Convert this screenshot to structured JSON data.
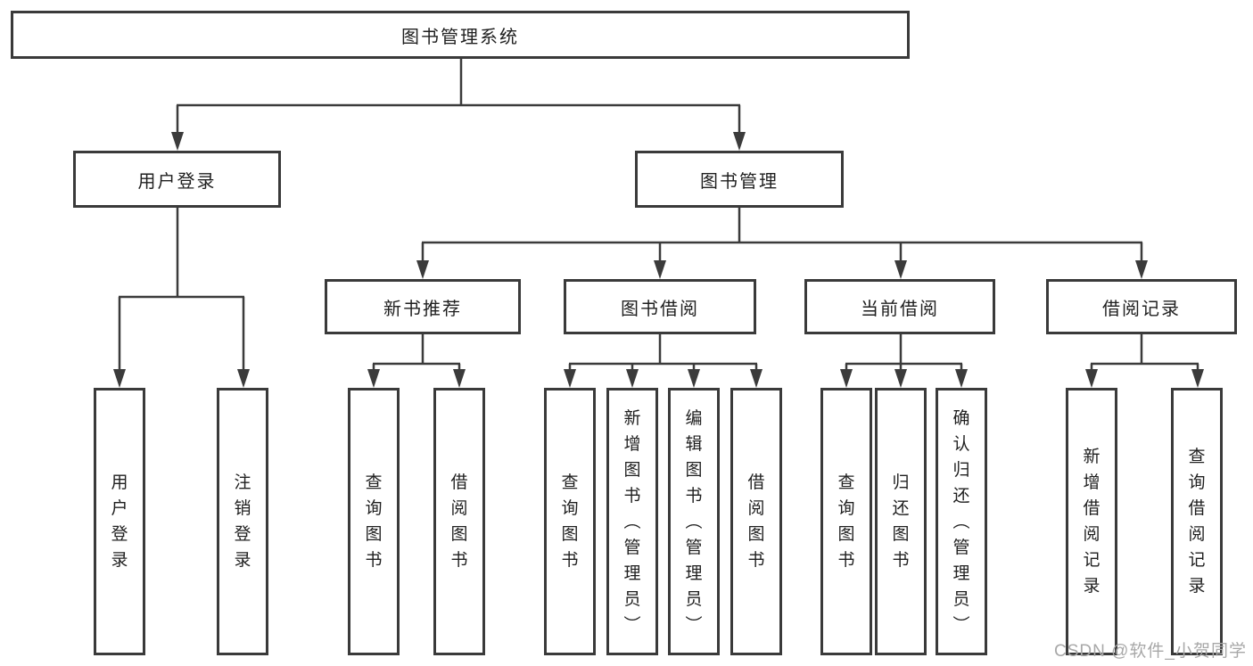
{
  "diagram": {
    "title_node": {
      "label": "图书管理系统"
    },
    "level2": [
      {
        "label": "用户登录"
      },
      {
        "label": "图书管理"
      }
    ],
    "level3": [
      {
        "label": "新书推荐",
        "parent": "图书管理"
      },
      {
        "label": "图书借阅",
        "parent": "图书管理"
      },
      {
        "label": "当前借阅",
        "parent": "图书管理"
      },
      {
        "label": "借阅记录",
        "parent": "图书管理"
      }
    ],
    "leaves": [
      {
        "label": "用户登录",
        "parent": "用户登录"
      },
      {
        "label": "注销登录",
        "parent": "用户登录"
      },
      {
        "label": "查询图书",
        "parent": "新书推荐"
      },
      {
        "label": "借阅图书",
        "parent": "新书推荐"
      },
      {
        "label": "查询图书",
        "parent": "图书借阅"
      },
      {
        "label": "新增图书（管理员）",
        "parent": "图书借阅"
      },
      {
        "label": "编辑图书（管理员）",
        "parent": "图书借阅"
      },
      {
        "label": "借阅图书",
        "parent": "图书借阅"
      },
      {
        "label": "查询图书",
        "parent": "当前借阅"
      },
      {
        "label": "归还图书",
        "parent": "当前借阅"
      },
      {
        "label": "确认归还（管理员）",
        "parent": "当前借阅"
      },
      {
        "label": "新增借阅记录",
        "parent": "借阅记录"
      },
      {
        "label": "查询借阅记录",
        "parent": "借阅记录"
      }
    ]
  },
  "watermark": "CSDN @软件_小贺同学",
  "colors": {
    "line": "#3b3b3b",
    "box_border": "#3a3a3a",
    "text": "#1f1f1f",
    "watermark": "#a8a8a8",
    "background": "#ffffff"
  }
}
